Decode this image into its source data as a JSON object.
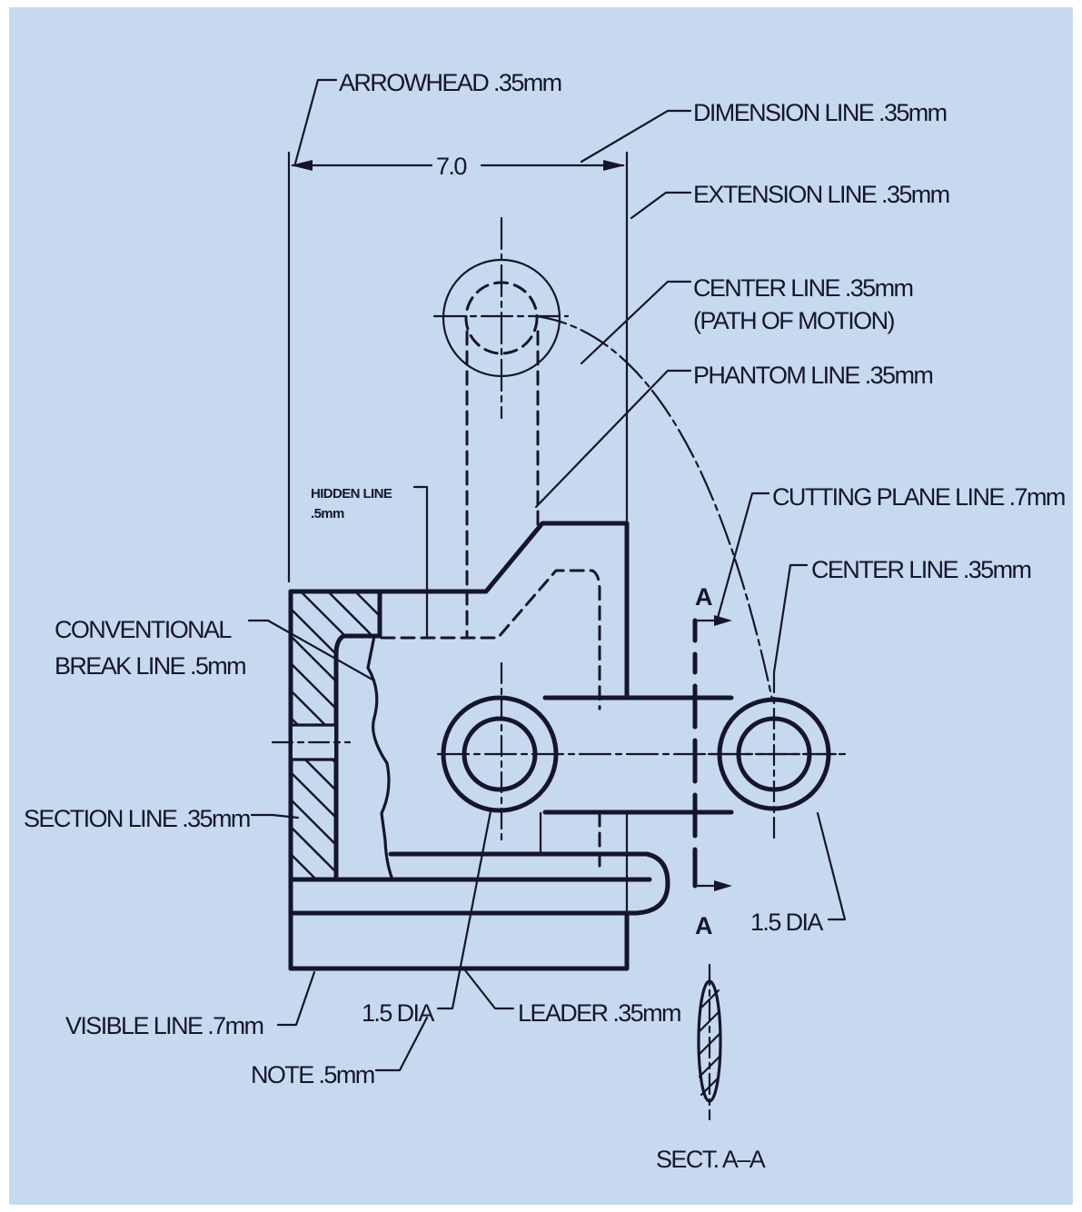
{
  "labels": {
    "arrowhead": "ARROWHEAD .35mm",
    "dimension_line": "DIMENSION LINE .35mm",
    "extension_line": "EXTENSION LINE .35mm",
    "center_line_path_1": "CENTER LINE .35mm",
    "center_line_path_2": "(PATH OF MOTION)",
    "phantom_line": "PHANTOM LINE .35mm",
    "hidden_line_1": "HIDDEN LINE",
    "hidden_line_2": ".5mm",
    "cutting_plane_line": "CUTTING PLANE LINE .7mm",
    "center_line": "CENTER LINE .35mm",
    "conventional_break_1": "CONVENTIONAL",
    "conventional_break_2": "BREAK LINE .5mm",
    "section_line": "SECTION LINE .35mm",
    "visible_line": "VISIBLE LINE .7mm",
    "dia_left": "1.5 DIA",
    "leader": "LEADER .35mm",
    "note": "NOTE .5mm",
    "dia_right": "1.5 DIA",
    "section_a_top": "A",
    "section_a_bottom": "A",
    "sect_aa": "SECT. A–A",
    "dimension_value": "7.0"
  },
  "colors": {
    "background": "#c7d9ee",
    "ink": "#15152c"
  }
}
